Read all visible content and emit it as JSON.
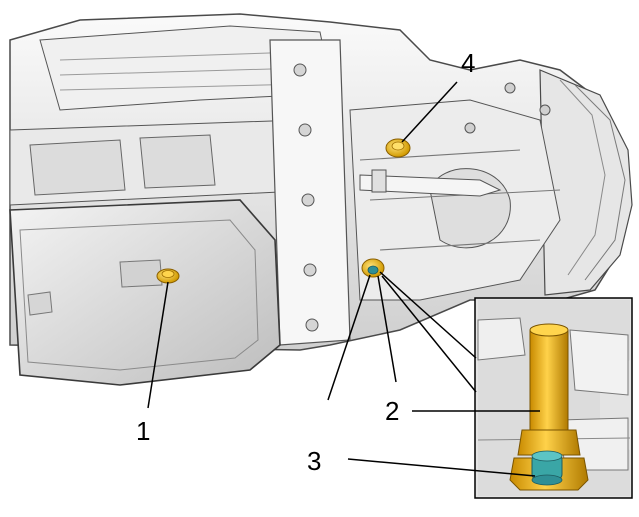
{
  "callouts": {
    "c1": "1",
    "c2": "2",
    "c3": "3",
    "c4": "4"
  },
  "colors": {
    "casing_light": "#f2f2f2",
    "casing_mid": "#d9d9d9",
    "casing_shadow": "#9a9a9a",
    "outline": "#4a4a4a",
    "plug_gold": "#f0b400",
    "plug_gold_dark": "#b07a00",
    "plug_teal": "#3aa6a6",
    "leader": "#000000"
  },
  "icons": [
    "drain-plug-icon",
    "fill-plug-icon",
    "level-plug-icon",
    "inset-detail"
  ]
}
